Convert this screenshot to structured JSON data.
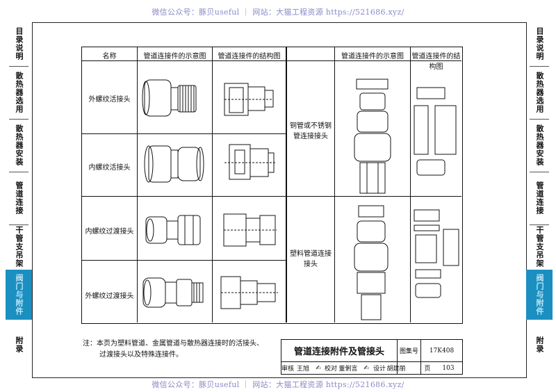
{
  "watermark": {
    "top": "微信公众号：豚贝useful ｜ 网站：大猫工程资源 https://521686.xyz/",
    "bottom": "微信公众号：豚贝useful ｜ 网站：大猫工程资源 https://521686.xyz/"
  },
  "sidebar_left": [
    "目录说明",
    "散热器选用",
    "散热器安装",
    "管道连接",
    "干管支吊架",
    "阀门与附件",
    "附录"
  ],
  "sidebar_right": [
    "目录说明",
    "散热器选用",
    "散热器安装",
    "管道连接",
    "干管支吊架",
    "阀门与附件",
    "附录"
  ],
  "active_index": 5,
  "table": {
    "headers_left": [
      "名称",
      "管道连接件的示意图",
      "管道连接件的结构图"
    ],
    "headers_right": [
      "管道连接件的示意图",
      "管道连接件的结构图"
    ],
    "left_rows": [
      "外螺纹活接头",
      "内螺纹活接头",
      "内螺纹过渡接头",
      "外螺纹过渡接头"
    ],
    "right_rows": [
      "铜管或不锈钢管连接接头",
      "塑料管道连接接头"
    ]
  },
  "note": {
    "line1": "注：本页为塑料管道、金属管道与散热器连接时的活接头、",
    "line2": "过渡接头以及特殊连接件。"
  },
  "title_block": {
    "title": "管道连接附件及管接头",
    "atlas_label": "图集号",
    "atlas_no": "17K408",
    "review_label": "审核",
    "review_name": "王旭",
    "check_label": "校对",
    "check_name": "董俐言",
    "design_label": "设计",
    "design_name": "胡建丽",
    "page_label": "页",
    "page_no": "103"
  }
}
